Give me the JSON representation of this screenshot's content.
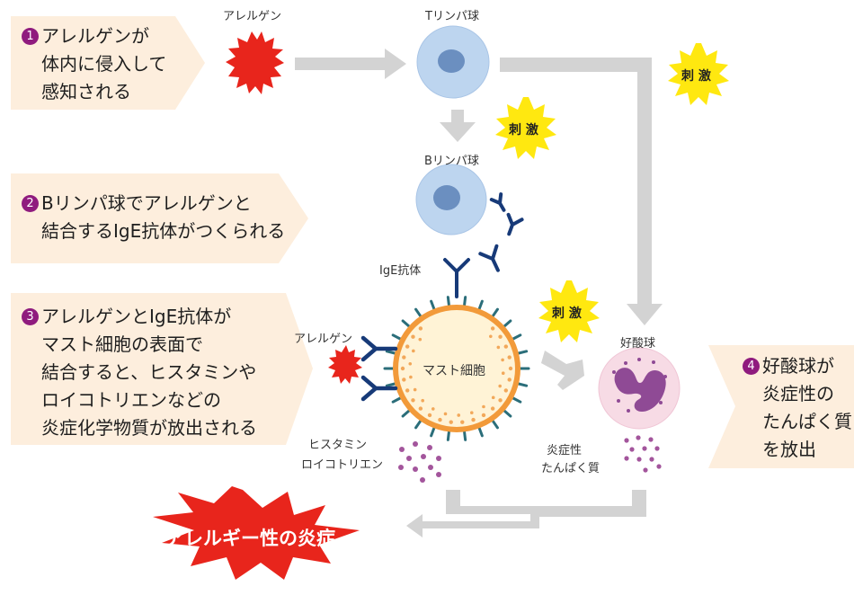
{
  "colors": {
    "step_box_fill": "#fdeedd",
    "arrow_gray": "#d3d3d3",
    "allergen_red": "#e8251c",
    "stimulus_yellow": "#ffe810",
    "lymphocyte_blue": "#bdd5ef",
    "lymphocyte_nucleus": "#6b8fc0",
    "antibody_navy": "#173a78",
    "mast_cell_fill": "#fff3d6",
    "mast_cell_border": "#f29a3a",
    "mediator_purple": "#a3559c",
    "eosinophil_fill": "#f7dbe5",
    "eosinophil_nucleus": "#8f4a95",
    "step_number_purple": "#8f1b7e"
  },
  "steps": [
    {
      "number": "1",
      "lines": [
        "アレルゲンが",
        "体内に侵入して",
        "感知される"
      ]
    },
    {
      "number": "2",
      "lines": [
        "Bリンパ球でアレルゲンと",
        "結合するIgE抗体がつくられる"
      ]
    },
    {
      "number": "3",
      "lines": [
        "アレルゲンとIgE抗体が",
        "マスト細胞の表面で",
        "結合すると、ヒスタミンや",
        "ロイコトリエンなどの",
        "炎症化学物質が放出される"
      ]
    },
    {
      "number": "4",
      "lines": [
        "好酸球が",
        "炎症性の",
        "たんぱく質",
        "を放出"
      ]
    }
  ],
  "labels": {
    "allergen_top": "アレルゲン",
    "t_lymphocyte": "Tリンパ球",
    "b_lymphocyte": "Bリンパ球",
    "ige_antibody": "IgE抗体",
    "allergen_left": "アレルゲン",
    "mast_cell": "マスト細胞",
    "histamine": "ヒスタミン",
    "leukotriene": "ロイコトリエン",
    "eosinophil": "好酸球",
    "inflammatory_protein_1": "炎症性",
    "inflammatory_protein_2": "たんぱく質"
  },
  "stimulus_bursts": [
    {
      "id": "right",
      "text": "刺 激"
    },
    {
      "id": "middle",
      "text": "刺 激"
    },
    {
      "id": "lower",
      "text": "刺 激"
    }
  ],
  "result": {
    "text": "アレルギー性の炎症"
  }
}
